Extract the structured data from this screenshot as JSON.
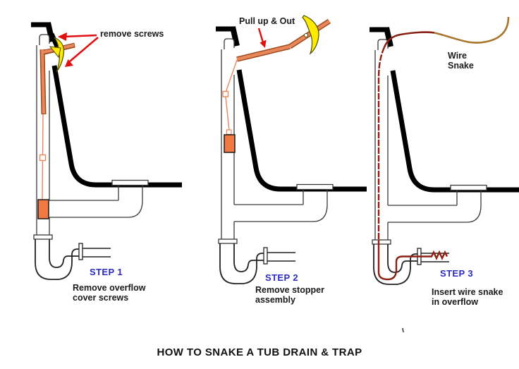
{
  "title": "HOW TO SNAKE A TUB DRAIN & TRAP",
  "figures": [
    {
      "annotation": "remove screws",
      "step_label": "STEP 1",
      "caption": "Remove overflow\ncover screws"
    },
    {
      "annotation": "Pull up & Out",
      "step_label": "STEP 2",
      "caption": "Remove stopper\nassembly"
    },
    {
      "annotation": "Wire\nSnake",
      "step_label": "STEP 3",
      "caption": "Insert wire snake\nin overflow"
    }
  ],
  "colors": {
    "step_label_blue": "#2B2BBF",
    "arrow_red": "#E01010",
    "rod_orange": "#E8875A",
    "rod_outline_brown": "#9C4A1F",
    "plunger_orange": "#F07A42",
    "cover_plate_yellow": "#FFEB00",
    "wire_dark_red": "#8B2015",
    "wire_tan_brown": "#A9742C",
    "tub_black": "#000000",
    "pipe_outline_gray": "#3a3a3a"
  }
}
